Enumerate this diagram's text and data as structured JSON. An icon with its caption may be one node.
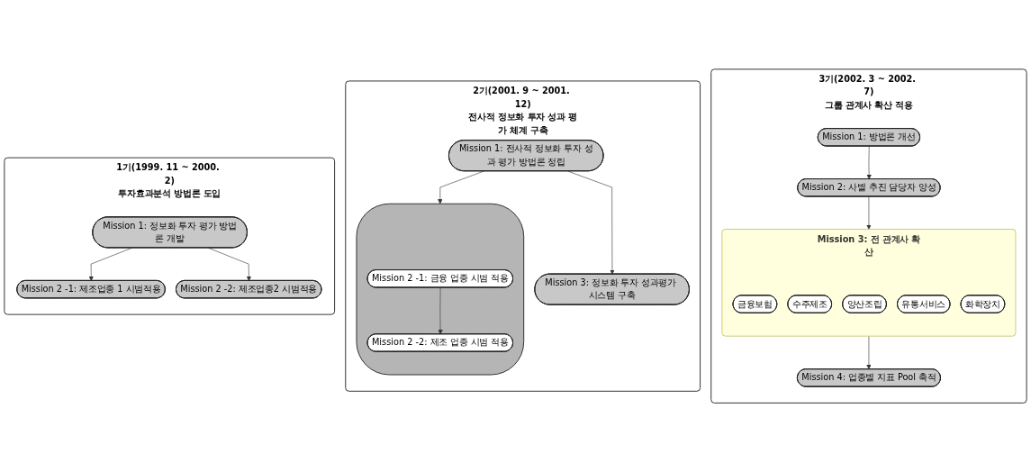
{
  "diagram": {
    "nodes": [
      {
        "text": [
          "1기(1999. 11 ~ 2000. 2)",
          "투자효과분석 방법론 도입"
        ]
      },
      {
        "text": [
          "Mission 1: 정보화 투자 평가 방법론 개발"
        ],
        "in": 0
      },
      {
        "text": [
          "Mission 2 -1: 제조업종 1 시범적용"
        ],
        "in": 0
      },
      {
        "text": [
          "Mission 2 -2: 제조업종2 시범적용"
        ],
        "in": 0
      },
      {
        "text": [
          "2기(2001. 9 ~ 2001. 12)",
          "전사적 정보화 투자 성과 평가 체계 구축"
        ]
      },
      {
        "text": [],
        "shape": "ellipse",
        "in": 4
      },
      {
        "text": [
          "Mission 2 -1: 금융 업종 시범 적용"
        ],
        "in": 5
      },
      {
        "text": [
          "Mission 2 -2: 제조 업종 시범 적용"
        ],
        "in": 5
      },
      {
        "text": [
          "Mission 1: 전사적 정보화 투자 성과 평가 방법론 정립"
        ],
        "in": 4
      },
      {
        "text": [
          "Mission 3: 정보화 투자 성과평가 시스템 구축"
        ],
        "in": 4
      },
      {
        "text": [
          "3기(2002. 3 ~ 2002. 7)",
          "그룹 관계사 확산 적용"
        ]
      },
      {
        "text": [
          "Mission 1: 방법론 개선"
        ],
        "in": 10
      },
      {
        "text": [
          "Mission 4: 업종별 지표 Pool 축적"
        ],
        "in": 10
      },
      {
        "text": [
          "Mission 2: 사별 추진 담당자 양성"
        ],
        "in": 10
      },
      {
        "text": [
          "Mission 3: 전 관계사 확산"
        ],
        "in": 10
      },
      {
        "text": [
          "금융보험"
        ],
        "in": 14
      },
      {
        "text": [
          "수주제조"
        ],
        "in": 14
      },
      {
        "text": [
          "양산조립"
        ],
        "in": 14
      },
      {
        "text": [
          "유통서비스"
        ],
        "in": 14
      },
      {
        "text": [
          "화학장치"
        ],
        "in": 14
      }
    ],
    "edges": [
      {
        "from": 1,
        "to": 2,
        "arrow": "to"
      },
      {
        "from": 1,
        "to": 3,
        "arrow": "to"
      },
      {
        "from": 8,
        "to": 5,
        "arrow": "to"
      },
      {
        "from": 6,
        "to": 7,
        "arrow": "to"
      },
      {
        "from": 8,
        "to": 9,
        "arrow": "to"
      },
      {
        "from": 11,
        "to": 13,
        "arrow": "to"
      },
      {
        "from": 13,
        "to": 14,
        "arrow": "to"
      },
      {
        "from": 14,
        "to": 12,
        "arrow": "to"
      }
    ]
  }
}
